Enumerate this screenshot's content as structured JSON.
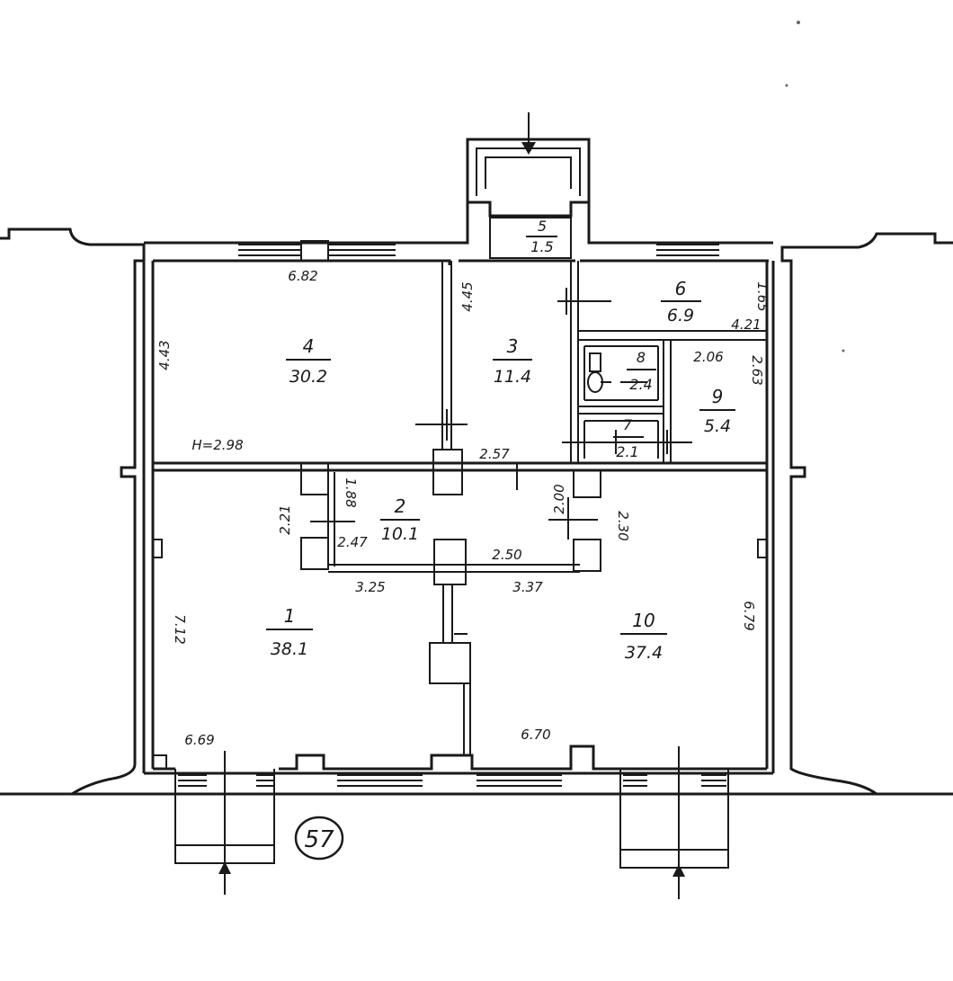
{
  "rooms": [
    {
      "id": "r1",
      "number": "1",
      "area": "38.1"
    },
    {
      "id": "r2",
      "number": "2",
      "area": "10.1"
    },
    {
      "id": "r3",
      "number": "3",
      "area": "11.4"
    },
    {
      "id": "r4",
      "number": "4",
      "area": "30.2"
    },
    {
      "id": "r5",
      "number": "5",
      "area": "1.5"
    },
    {
      "id": "r6",
      "number": "6",
      "area": "6.9"
    },
    {
      "id": "r7",
      "number": "7",
      "area": "2.1"
    },
    {
      "id": "r8",
      "number": "8",
      "area": "2.4"
    },
    {
      "id": "r9",
      "number": "9",
      "area": "5.4"
    },
    {
      "id": "r10",
      "number": "10",
      "area": "37.4"
    }
  ],
  "dimensions": {
    "d_682": "6.82",
    "d_443": "4.43",
    "d_298": "H=2.98",
    "d_445": "4.45",
    "d_165": "1.65",
    "d_421": "4.21",
    "d_206": "2.06",
    "d_263": "2.63",
    "d_257": "2.57",
    "d_221": "2.21",
    "d_188": "1.88",
    "d_247": "2.47",
    "d_200": "2.00",
    "d_230": "2.30",
    "d_250": "2.50",
    "d_325": "3.25",
    "d_337": "3.37",
    "d_712": "7.12",
    "d_679": "6.79",
    "d_669": "6.69",
    "d_670": "6.70"
  },
  "badge": "57"
}
